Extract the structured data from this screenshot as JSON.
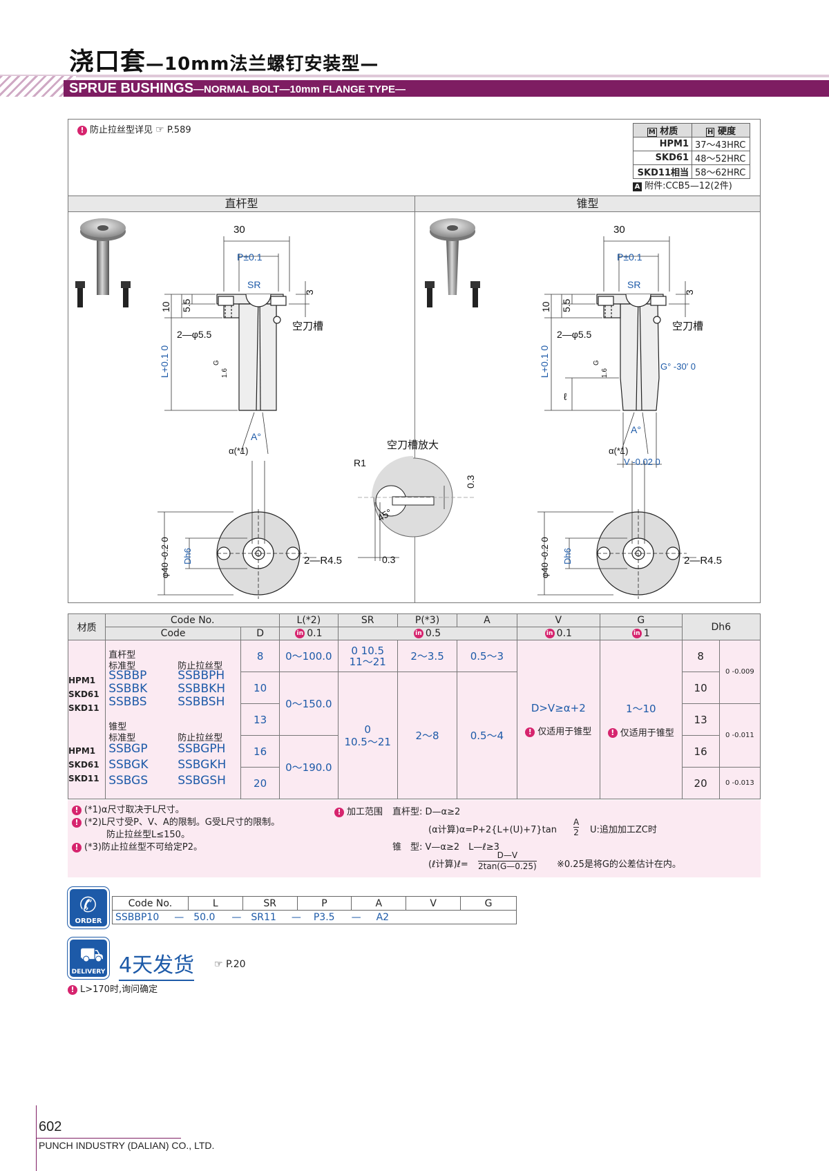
{
  "header": {
    "title_main": "浇口套",
    "title_sub": "—10mm法兰螺钉安装型—",
    "title_en_main": "SPRUE BUSHINGS",
    "title_en_sub": "—NORMAL BOLT—10mm FLANGE TYPE—"
  },
  "top_note": "防止拉丝型详见",
  "top_note_ref": "P.589",
  "material_table": {
    "col1": "材质",
    "col2": "硬度",
    "rows": [
      {
        "mat": "HPM1",
        "hard": "37～43HRC"
      },
      {
        "mat": "SKD61",
        "hard": "48～52HRC"
      },
      {
        "mat": "SKD11相当",
        "hard": "58～62HRC"
      }
    ],
    "accessory": "附件:CCB5—12(2件)"
  },
  "drawings": {
    "left_title": "直杆型",
    "right_title": "锥型",
    "detail_title": "空刀槽放大",
    "dim_30": "30",
    "dim_p": "P±0.1",
    "dim_sr": "SR",
    "dim_3": "3",
    "dim_10": "10",
    "dim_55": "5.5",
    "dim_hole": "2—φ5.5",
    "groove": "空刀槽",
    "dim_l": "L+0.1 0",
    "dim_g": "G",
    "dim_16": "1.6",
    "dim_a": "A°",
    "dim_alpha": "α(*1)",
    "dim_d40": "φ40 -0.2 0",
    "dim_dh6": "Dh6",
    "dim_r45": "2—R4.5",
    "dim_gdeg": "G° -30′ 0",
    "dim_ell": "ℓ",
    "dim_v": "V -0.02 0",
    "detail_r1": "R1",
    "detail_03a": "0.3",
    "detail_45": "45°",
    "detail_03b": "0.3"
  },
  "spec": {
    "h_material": "材质",
    "h_codeno": "Code No.",
    "h_code": "Code",
    "h_d": "D",
    "h_l": "L(*2)",
    "h_sr": "SR",
    "h_p": "P(*3)",
    "h_a": "A",
    "h_v": "V",
    "h_g": "G",
    "h_dh6": "Dh6",
    "tol_l": "0.1",
    "tol_srpa": "0.5",
    "tol_v": "0.1",
    "tol_g": "1",
    "straight_label": "直杆型",
    "standard": "标准型",
    "antistring": "防止拉丝型",
    "straight_codes": [
      "SSBBP",
      "SSBBK",
      "SSBBS"
    ],
    "straight_codes_h": [
      "SSBBPH",
      "SSBBKH",
      "SSBBSH"
    ],
    "taper_label": "锥型",
    "taper_codes": [
      "SSBGP",
      "SSBGK",
      "SSBGS"
    ],
    "taper_codes_h": [
      "SSBGPH",
      "SSBGKH",
      "SSBGSH"
    ],
    "materials": [
      "HPM1",
      "SKD61",
      "SKD11"
    ],
    "d_values": [
      "8",
      "10",
      "13",
      "16",
      "20"
    ],
    "l_values": [
      "0～100.0",
      "0～150.0",
      "0～190.0"
    ],
    "sr_1a": "0 10.5",
    "sr_1b": "11～21",
    "sr_2a": "0",
    "sr_2b": "10.5～21",
    "p_values": [
      "2～3.5",
      "2～8"
    ],
    "a_values": [
      "0.5～3",
      "0.5～4"
    ],
    "v_value": "D>V≥α+2",
    "g_value": "1～10",
    "taper_only": "仅适用于锥型",
    "dh6_values": [
      "8",
      "10",
      "13",
      "16",
      "20"
    ],
    "tol_8_10": "0 -0.009",
    "tol_13_16": "0 -0.011",
    "tol_20": "0 -0.013"
  },
  "notes": {
    "n1": "(*1)α尺寸取决于L尺寸。",
    "n2": "(*2)L尺寸受P、V、A的限制。G受L尺寸的限制。",
    "n2b": "防止拉丝型L≤150。",
    "n3": "(*3)防止拉丝型不可给定P2。",
    "r_title": "加工范围",
    "r_straight": "直杆型: D—α≥2",
    "r_alpha": "(α计算)α=P+2{L+(U)+7}tan",
    "r_frac_a": "A",
    "r_frac_2": "2",
    "r_u": "U:追加加工ZC时",
    "r_taper": "锥　型: V—α≥2　L—ℓ≥3",
    "r_ell": "(ℓ计算)ℓ=",
    "r_num": "D—V",
    "r_den": "2tan(G—0.25)",
    "r_note": "※0.25是将G的公差估计在内。"
  },
  "order": {
    "badge": "ORDER",
    "headers": [
      "Code No.",
      "L",
      "SR",
      "P",
      "A",
      "V",
      "G"
    ],
    "values": [
      "SSBBP10",
      "—",
      "50.0",
      "—",
      "SR11",
      "—",
      "P3.5",
      "—",
      "A2"
    ]
  },
  "delivery": {
    "badge": "DELIVERY",
    "text": "4天发货",
    "ref": "P.20",
    "note": "L>170时,询问确定"
  },
  "footer": {
    "page": "602",
    "company": "PUNCH INDUSTRY (DALIAN) CO., LTD."
  },
  "colors": {
    "brand": "#7e1d62",
    "warn": "#d6246e",
    "code_blue": "#1d5aa8",
    "pink_bg": "#fbeaf2"
  }
}
